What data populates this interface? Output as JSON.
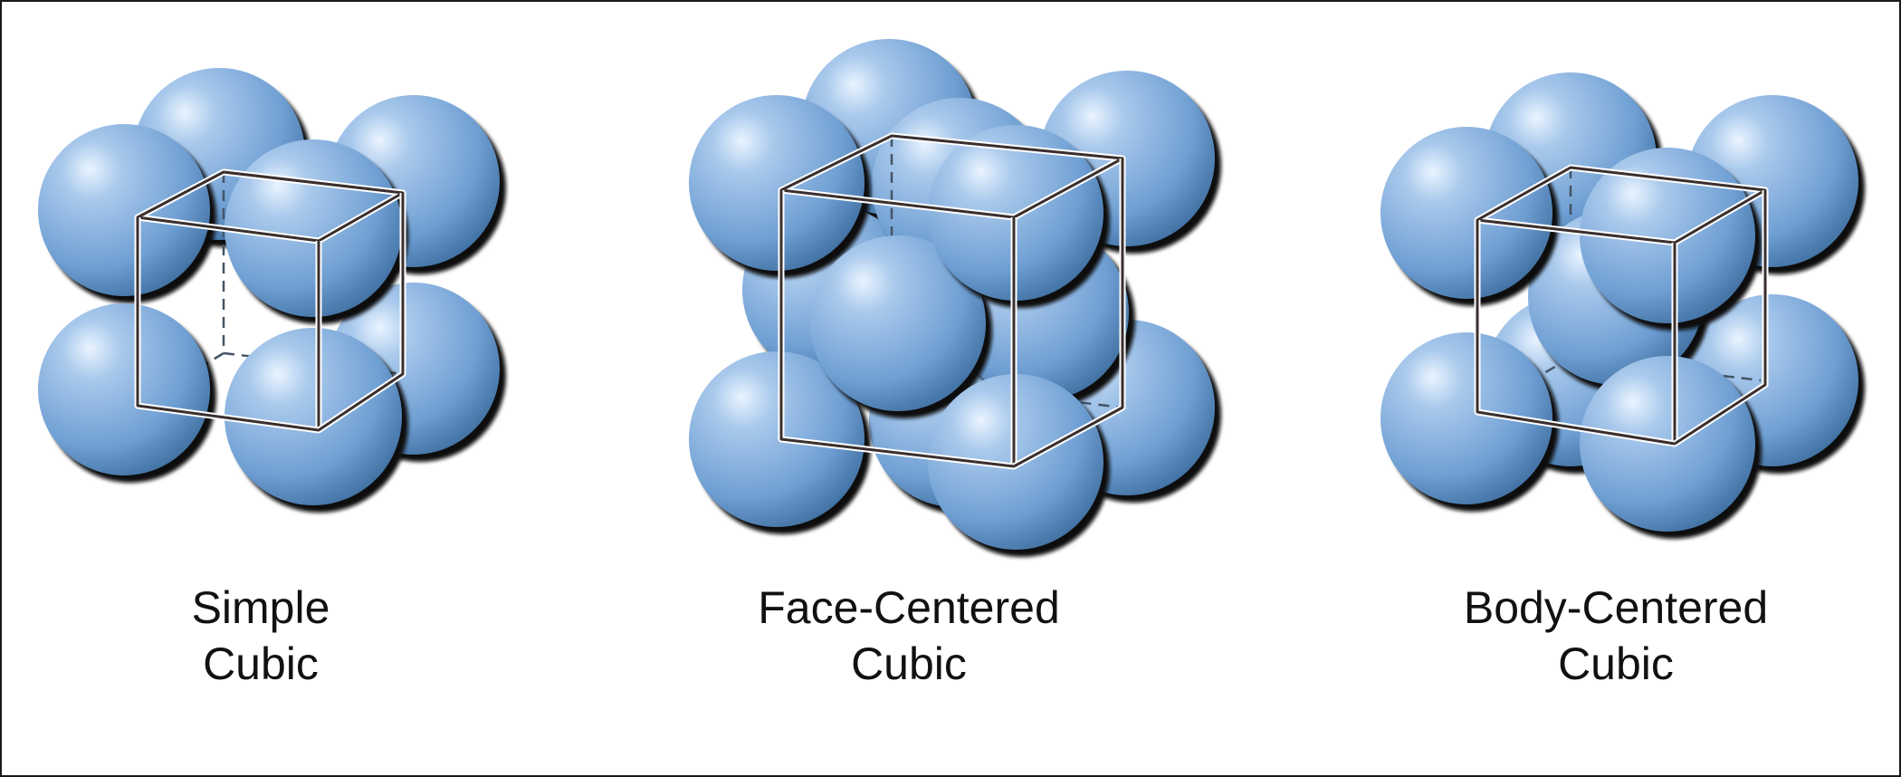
{
  "colors": {
    "sphere_highlight": "#eaf4ff",
    "sphere_light": "#a9c9ec",
    "sphere_mid": "#6f9fd3",
    "sphere_dark": "#3e6e9f",
    "sphere_shadow": "#0d0d0d",
    "cube_edge": "#3a2f2f",
    "cube_edge_light": "#ffffff",
    "hidden_edge": "#445566"
  },
  "structures": [
    {
      "id": "simple",
      "line1": "Simple",
      "line2": "Cubic"
    },
    {
      "id": "fcc",
      "line1": "Face-Centered",
      "line2": "Cubic"
    },
    {
      "id": "bcc",
      "line1": "Body-Centered",
      "line2": "Cubic"
    }
  ]
}
